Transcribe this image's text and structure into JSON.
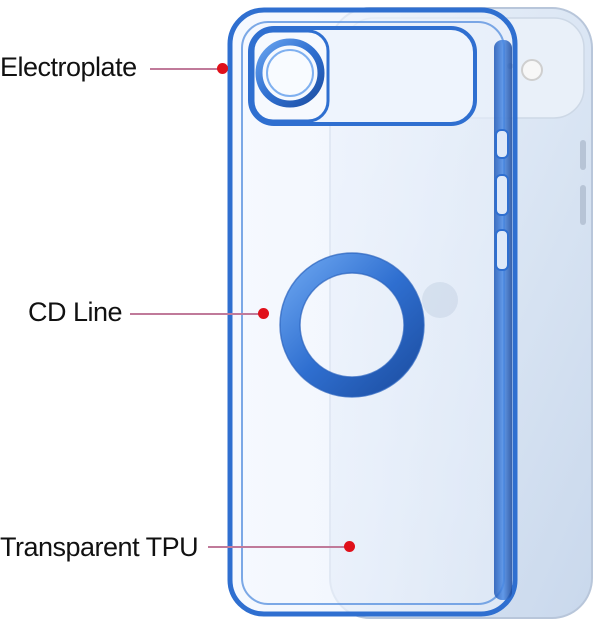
{
  "callouts": [
    {
      "label": "Electroplate"
    },
    {
      "label": "CD Line"
    },
    {
      "label": "Transparent TPU"
    }
  ],
  "colors": {
    "electroplate_blue": "#2f6fd0",
    "callout_line": "#c07a9a",
    "callout_dot": "#e0101a"
  }
}
